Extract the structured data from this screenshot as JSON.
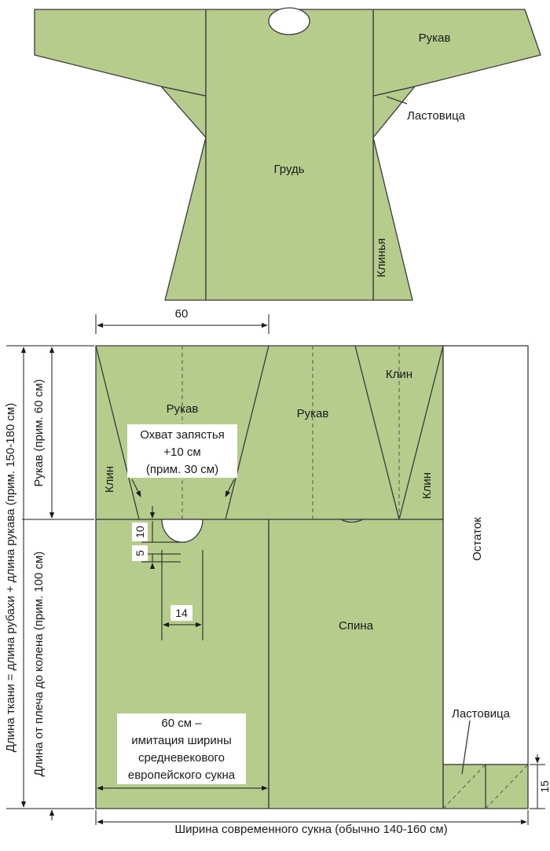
{
  "colors": {
    "fabric": "#b6cc8c",
    "outline": "#3a3a3a",
    "remnant": "#ffffff"
  },
  "shirt": {
    "sleeve": "Рукав",
    "gusset": "Ластовица",
    "chest": "Грудь",
    "gores": "Клинья"
  },
  "layout": {
    "top_width": "60",
    "sleeve_left": "Рукав",
    "sleeve_right": "Рукав",
    "gore_top": "Клин",
    "gore_left": "Клин",
    "gore_right": "Клин",
    "wrist_line1": "Охват запястья",
    "wrist_line2": "+10 см",
    "wrist_line3": "(прим. 30 см)",
    "neck_10": "10",
    "neck_5": "5",
    "neck_14": "14",
    "back": "Спина",
    "remnant": "Остаток",
    "gusset": "Ластовица",
    "gusset_size": "15",
    "note_line1": "60 см –",
    "note_line2": "имитация ширины",
    "note_line3": "средневекового",
    "note_line4": "европейского сукна",
    "fabric_length": "Длина ткани = длина рубахи + длина рукава (прим. 150-180 см)",
    "sleeve_length": "Рукав (прим. 60 см)",
    "shoulder_knee": "Длина от плеча до колена (прим. 100 см)",
    "fabric_width": "Ширина современного сукна (обычно 140-160 см)"
  }
}
